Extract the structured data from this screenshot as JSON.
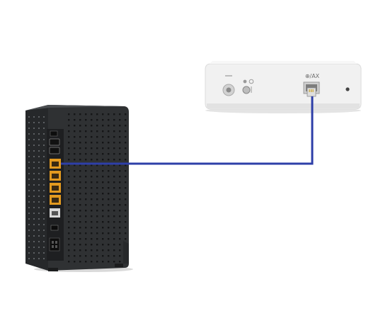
{
  "diagram": {
    "colors": {
      "background": "#ffffff",
      "cable": "#2e3fa8",
      "router_body": "#2f3133",
      "router_side": "#3a3d40",
      "lan_port": "#e39a1f",
      "box_body": "#efefef"
    },
    "box": {
      "port_label": "⊕/AX",
      "icons": [
        "coax-port-icon",
        "power-button-icon",
        "lock-led-icon",
        "ethernet-port-icon",
        "status-led-icon"
      ]
    },
    "router": {
      "ports": [
        "phone-port-1",
        "phone-port-2",
        "lan-port-1",
        "lan-port-2",
        "lan-port-3",
        "lan-port-4",
        "wan-port",
        "usb-port",
        "power-port"
      ]
    }
  }
}
